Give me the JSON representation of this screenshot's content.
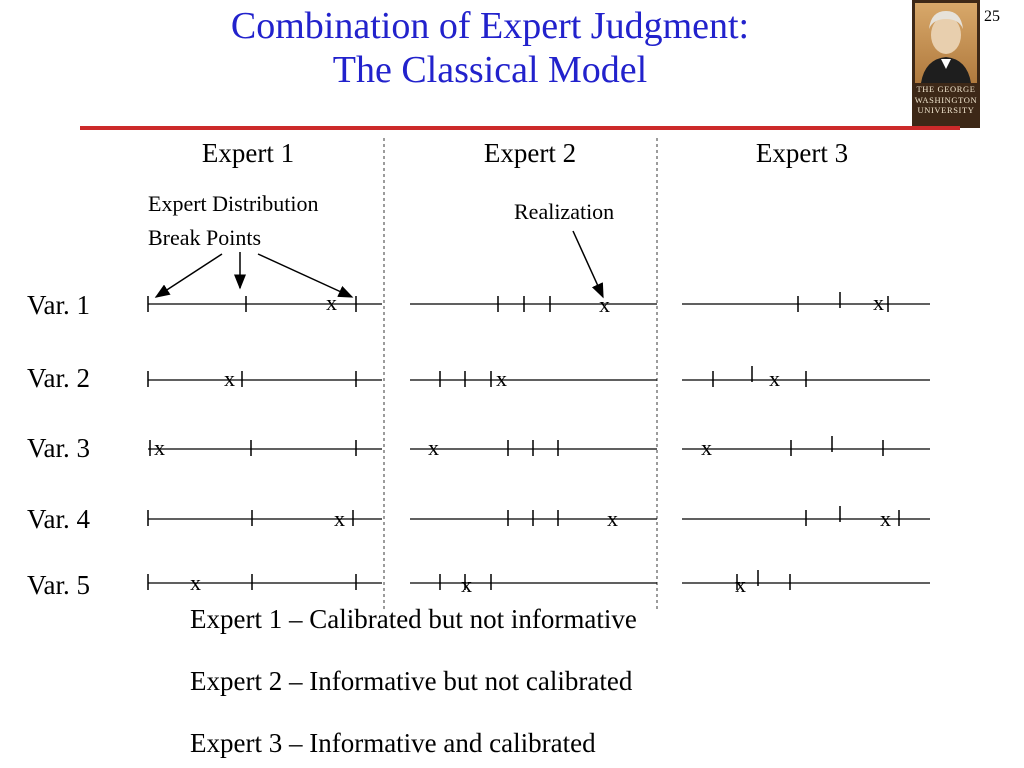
{
  "slide": {
    "title_line1": "Combination of Expert Judgment:",
    "title_line2": "The Classical Model",
    "page_number": "25"
  },
  "logo": {
    "line1": "THE GEORGE",
    "line2": "WASHINGTON",
    "line3": "UNIVERSITY"
  },
  "colors": {
    "title": "#2222cc",
    "rule": "#cc2a2a",
    "ink": "#000000"
  },
  "experts": [
    "Expert 1",
    "Expert 2",
    "Expert 3"
  ],
  "annotations": {
    "breakpoints_line1": "Expert Distribution",
    "breakpoints_line2": "Break Points",
    "realization": "Realization"
  },
  "variables": [
    "Var. 1",
    "Var. 2",
    "Var. 3",
    "Var. 4",
    "Var. 5"
  ],
  "realization_marker": "x",
  "summary": [
    "Expert 1 – Calibrated but not informative",
    "Expert 2 – Informative but not calibrated",
    "Expert 3 – Informative and calibrated"
  ]
}
